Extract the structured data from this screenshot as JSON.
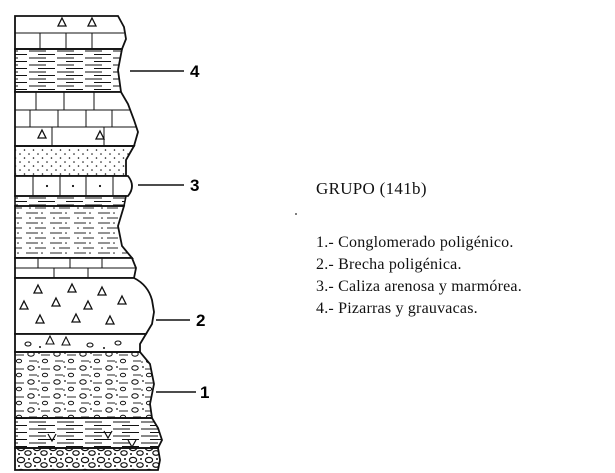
{
  "legend": {
    "title": "GRUPO (141b)",
    "items": [
      "1.- Conglomerado poligénico.",
      "2.- Brecha poligénica.",
      "3.- Caliza arenosa y marmórea.",
      "4.- Pizarras y grauvacas."
    ]
  },
  "column_labels": [
    "4",
    "3",
    "2",
    "1"
  ],
  "colors": {
    "ink": "#111111",
    "background": "#ffffff"
  }
}
